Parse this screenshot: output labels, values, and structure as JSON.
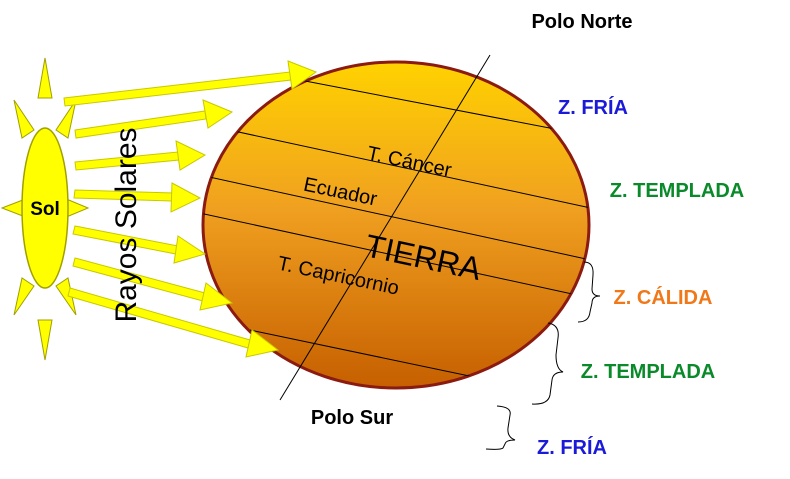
{
  "labels": {
    "polo_norte": "Polo Norte",
    "polo_sur": "Polo Sur",
    "sol": "Sol",
    "rayos": "Rayos Solares",
    "tierra": "TIERRA",
    "ecuador": "Ecuador",
    "cancer": "T. Cáncer",
    "capricornio": "T. Capricornio"
  },
  "zones": {
    "fria_n": "Z. FRÍA",
    "templada_n": "Z. TEMPLADA",
    "calida": "Z. CÁLIDA",
    "templada_s": "Z. TEMPLADA",
    "fria_s": "Z. FRÍA"
  },
  "colors": {
    "fria": "#1a1ad8",
    "templada": "#0a8a2a",
    "calida": "#f07818",
    "sun": "#ffff00",
    "earth_top": "#ffcc00",
    "earth_bottom": "#c86400",
    "earth_outline": "#8b1a10"
  }
}
